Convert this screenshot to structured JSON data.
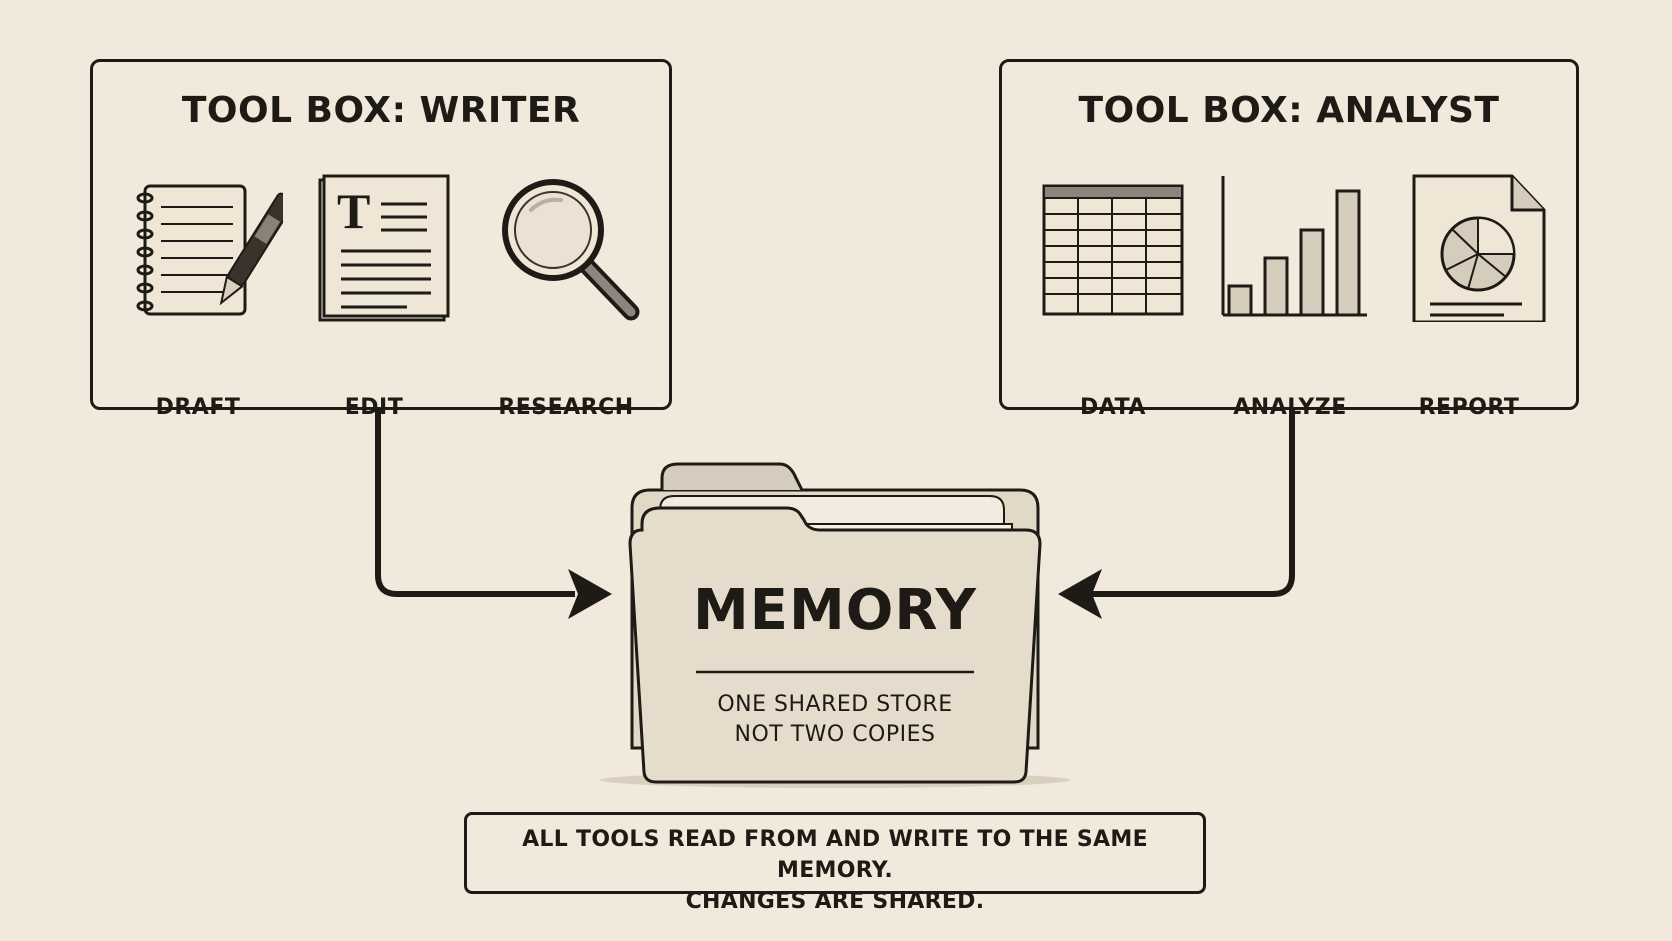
{
  "writer": {
    "title": "TOOL BOX: WRITER",
    "tools": [
      {
        "label": "DRAFT",
        "icon": "notebook-pen-icon"
      },
      {
        "label": "EDIT",
        "icon": "text-document-icon"
      },
      {
        "label": "RESEARCH",
        "icon": "magnifying-glass-icon"
      }
    ]
  },
  "analyst": {
    "title": "TOOL BOX: ANALYST",
    "tools": [
      {
        "label": "DATA",
        "icon": "spreadsheet-icon"
      },
      {
        "label": "ANALYZE",
        "icon": "bar-chart-icon"
      },
      {
        "label": "REPORT",
        "icon": "pie-chart-report-icon"
      }
    ]
  },
  "memory": {
    "title": "MEMORY",
    "line1": "ONE SHARED STORE",
    "line2": "NOT TWO COPIES",
    "icon": "folder-icon"
  },
  "caption": {
    "line1": "ALL TOOLS READ FROM AND WRITE TO THE SAME MEMORY.",
    "line2": "CHANGES ARE SHARED."
  },
  "colors": {
    "background": "#f1e9dc",
    "ink": "#1e1a16",
    "folder": "#e6dccb"
  }
}
